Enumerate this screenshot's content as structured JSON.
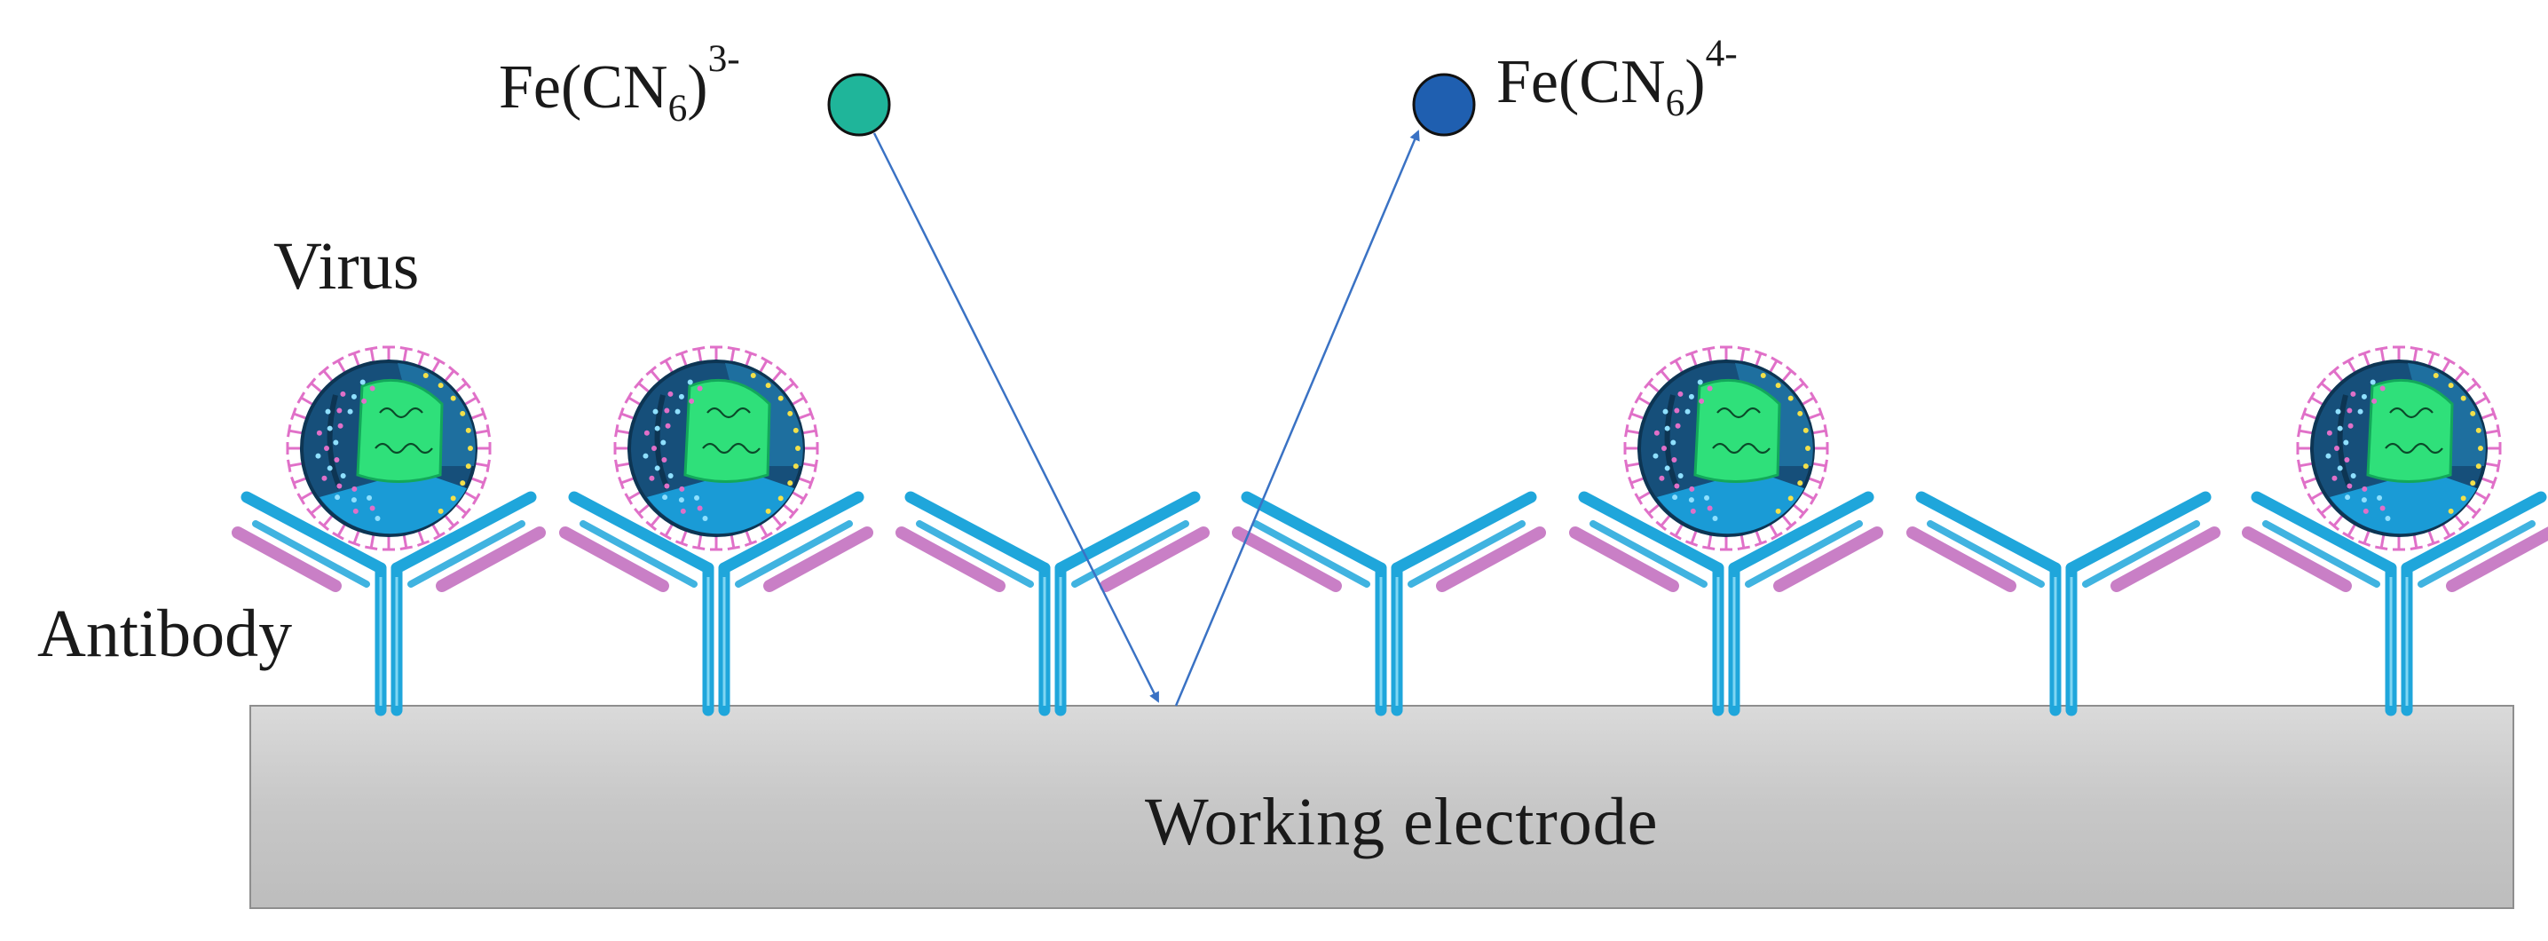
{
  "labels": {
    "virus": "Virus",
    "antibody": "Antibody",
    "electrode": "Working  electrode",
    "oxidized": {
      "base": "Fe(CN",
      "sub": "6",
      "close": ")",
      "sup": "3-"
    },
    "reduced": {
      "base": "Fe(CN",
      "sub": "6",
      "close": ")",
      "sup": "4-"
    }
  },
  "antibody_sites": [
    {
      "id": "antibody-1",
      "bound_virus": true
    },
    {
      "id": "antibody-2",
      "bound_virus": true
    },
    {
      "id": "antibody-3",
      "bound_virus": false
    },
    {
      "id": "antibody-4",
      "bound_virus": false
    },
    {
      "id": "antibody-5",
      "bound_virus": true
    },
    {
      "id": "antibody-6",
      "bound_virus": false
    },
    {
      "id": "antibody-7",
      "bound_virus": true
    }
  ],
  "colors": {
    "antibody_blue": "#1fa6db",
    "antibody_pink": "#c97fc6",
    "electrode_gray": "#c8c8c8",
    "oxidized_species": "#1fb59a",
    "reduced_species": "#1f5fb0",
    "arrow": "#3a72c4",
    "virus_shell": "#1e6f9f",
    "virus_core": "#2fe07a",
    "spike": "#e070c8"
  }
}
